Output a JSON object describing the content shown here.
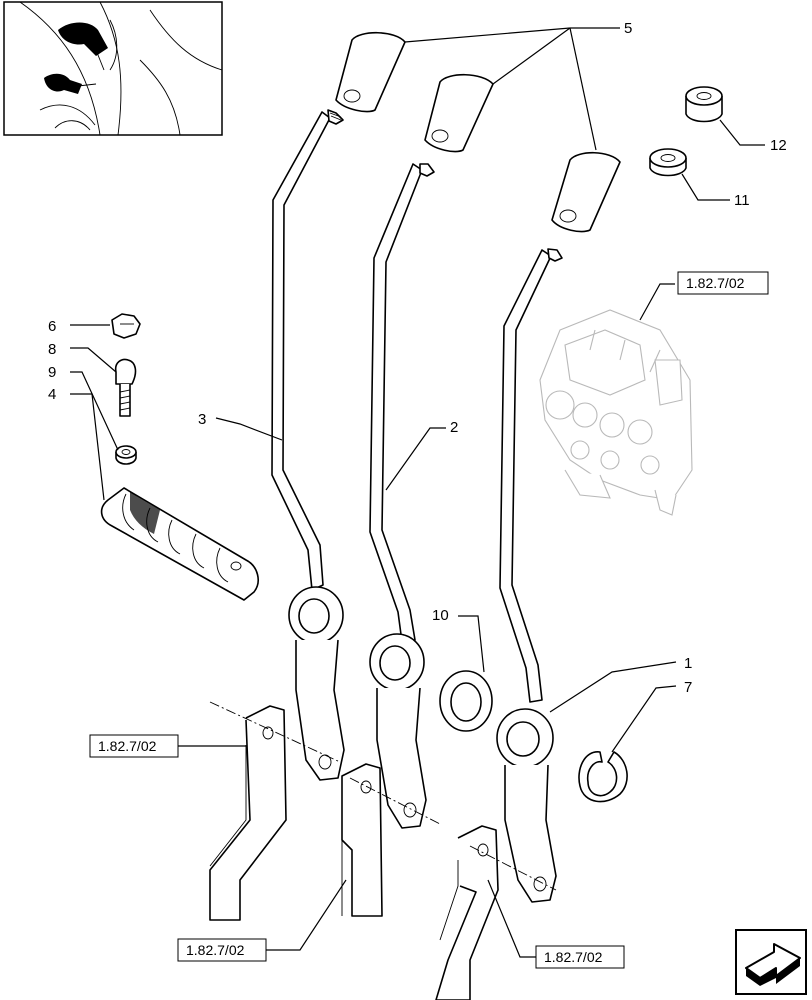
{
  "callouts": {
    "c1": "1",
    "c2": "2",
    "c3": "3",
    "c4": "4",
    "c5": "5",
    "c6": "6",
    "c7": "7",
    "c8": "8",
    "c9": "9",
    "c10": "10",
    "c11": "11",
    "c12": "12"
  },
  "references": {
    "valve_ref": "1.82.7/02",
    "bracket_left_ref": "1.82.7/02",
    "bracket_mid_ref": "1.82.7/02",
    "bracket_right_ref": "1.82.7/02"
  },
  "icons": {
    "thumbnail": "tractor-cab-levers-thumbnail",
    "nav": "next-page-arrow-icon"
  }
}
